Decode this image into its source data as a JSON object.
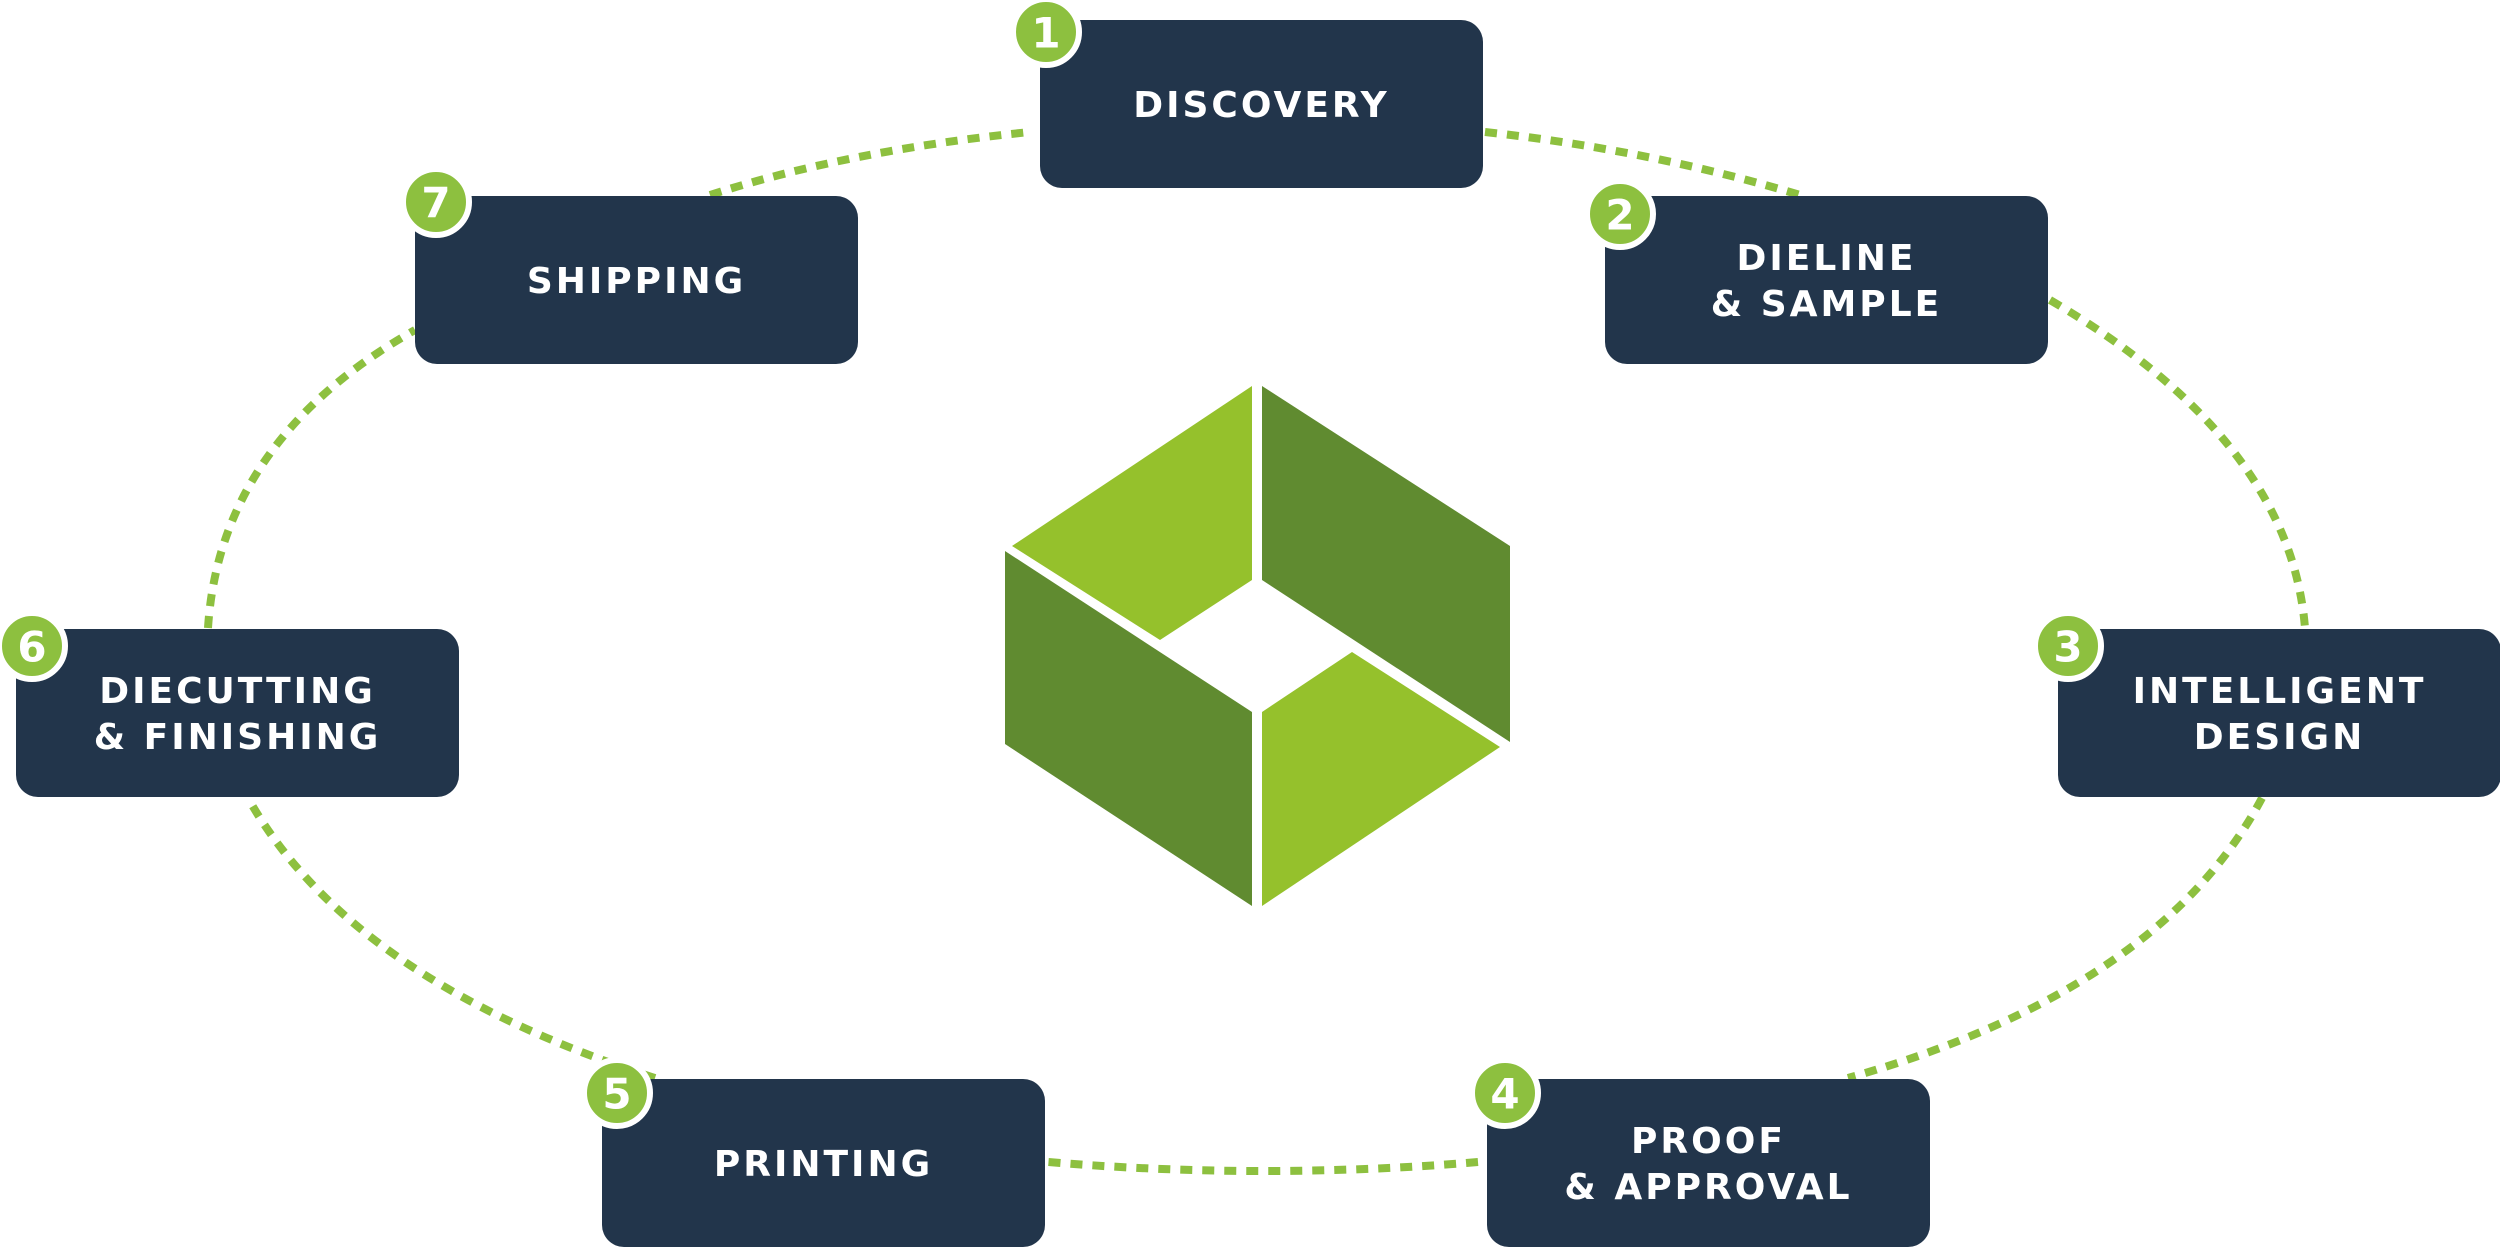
{
  "colors": {
    "box": "#22354b",
    "badge": "#8dc03f",
    "connector": "#8dc03f",
    "cube_light": "#95c12c",
    "cube_dark": "#608b30"
  },
  "center_graphic": {
    "icon": "green-cube-logo-icon"
  },
  "steps": [
    {
      "number": "1",
      "lines": [
        "DISCOVERY"
      ]
    },
    {
      "number": "2",
      "lines": [
        "DIELINE",
        "& SAMPLE"
      ]
    },
    {
      "number": "3",
      "lines": [
        "INTELLIGENT",
        "DESIGN"
      ]
    },
    {
      "number": "4",
      "lines": [
        "PROOF",
        "& APPROVAL"
      ]
    },
    {
      "number": "5",
      "lines": [
        "PRINTING"
      ]
    },
    {
      "number": "6",
      "lines": [
        "DIECUTTING",
        "& FINISHING"
      ]
    },
    {
      "number": "7",
      "lines": [
        "SHIPPING"
      ]
    }
  ]
}
